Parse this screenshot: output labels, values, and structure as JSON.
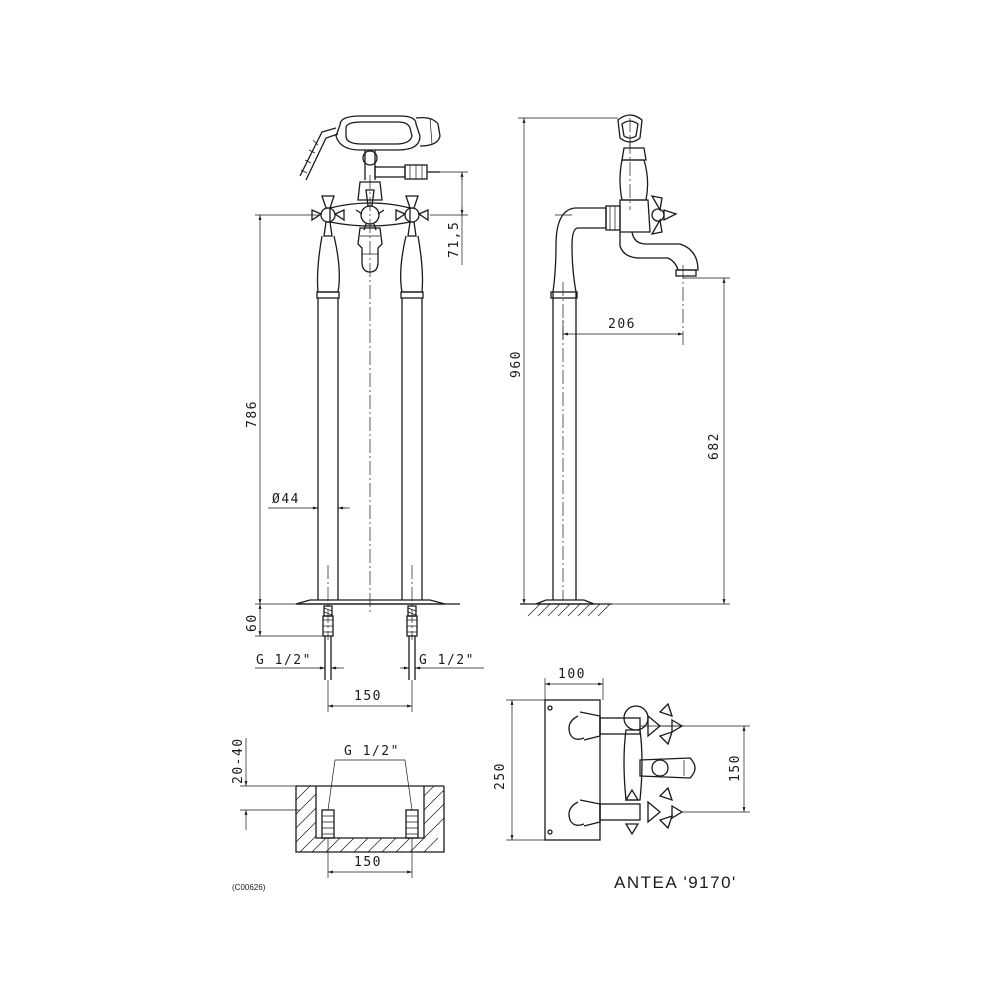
{
  "title": "ANTEA '9170'",
  "code": "(C00626)",
  "front_view": {
    "dim_spout_height": "71,5",
    "dim_height": "786",
    "dim_diameter": "Ø44",
    "dim_base": "60",
    "thread_left": "G 1/2\"",
    "thread_right": "G 1/2\"",
    "dim_spacing": "150"
  },
  "side_view": {
    "dim_total_height": "960",
    "dim_reach": "206",
    "dim_spout_height": "682"
  },
  "install_view": {
    "dim_depth": "20-40",
    "thread": "G 1/2\"",
    "dim_spacing": "150"
  },
  "top_view": {
    "dim_width": "100",
    "dim_length": "250",
    "dim_spacing": "150"
  }
}
